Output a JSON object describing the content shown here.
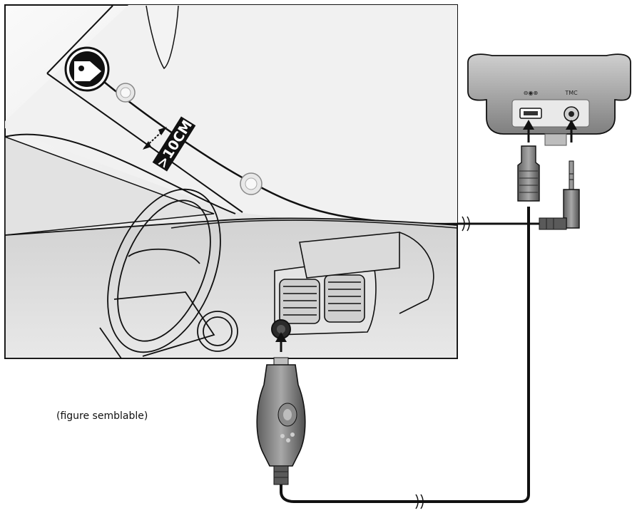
{
  "caption": "(figure semblable)",
  "labels": {
    "distance": ">10CM",
    "port_power": "⊖◉⊕",
    "port_tmc": "TMC"
  },
  "colors": {
    "stroke": "#111111",
    "window_light": "#f5f5f5",
    "window_dark": "#d6d6d6",
    "dashboard": "#dedede",
    "device_body": "#9a9a9a",
    "device_panel": "#ececec",
    "plug": "#6f6f6f"
  },
  "icons": {
    "antenna_badge": "antenna-icon",
    "usb_port": "usb-port-icon",
    "audio_jack": "audio-jack-icon"
  }
}
